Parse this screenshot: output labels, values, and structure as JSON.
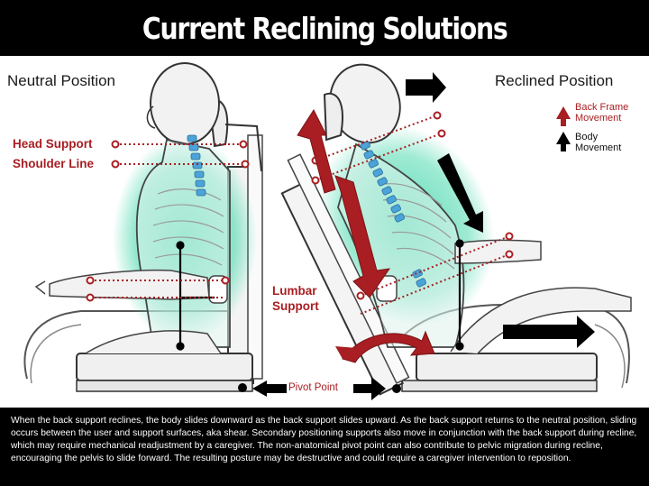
{
  "title": "Current Reclining Solutions",
  "neutral": {
    "title": "Neutral Position",
    "labels": {
      "head_support": "Head Support",
      "shoulder_line": "Shoulder Line",
      "lumbar_support": "Lumbar\nSupport"
    }
  },
  "reclined": {
    "title": "Reclined Position"
  },
  "legend": [
    {
      "label": "Back Frame\nMovement",
      "color": "#a81e22",
      "icon": "red-up-arrow-icon"
    },
    {
      "label": "Body\nMovement",
      "color": "#111111",
      "icon": "black-up-arrow-icon"
    }
  ],
  "pivot_point_label": "Pivot Point",
  "caption": "When the back support reclines, the body slides downward as the back support slides upward. As the back support returns to the neutral position, sliding occurs between the user and support surfaces, aka shear. Secondary positioning supports also move in conjunction with the back support during recline, which may require mechanical readjustment by a caregiver. The non-anatomical pivot point can also contribute to pelvic migration during recline, encouraging the pelvis to slide forward. The resulting posture may be destructive and could require a caregiver intervention to reposition.",
  "colors": {
    "accent_red": "#a81e22",
    "body_glow": "#3fd6a8",
    "spine_blue": "#4ba3d8",
    "black": "#000000"
  }
}
